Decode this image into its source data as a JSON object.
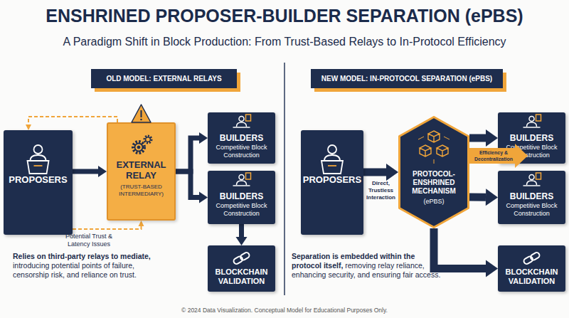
{
  "diagram": {
    "title": "ENSHRINED PROPOSER-BUILDER SEPARATION (ePBS)",
    "caption": "© 2024 Data Visualization. Conceptual Model for Educational Purposes Only.",
    "nodes": [
      {
        "text": [
          "OLD MODEL: EXTERNAL RELAYS"
        ]
      },
      {
        "text": [
          "NEW MODEL: IN-PROTOCOL SEPARATION (ePBS)"
        ]
      },
      {
        "text": [
          "PROPOSERS"
        ]
      },
      {
        "text": [
          "EXTERNAL RELAY",
          "(TRUST-BASED INTERMEDIARY)"
        ]
      },
      {
        "text": [
          "BUILDERS",
          "Competitive Block Construction"
        ]
      },
      {
        "text": [
          "BUILDERS",
          "Competitive Block Construction"
        ]
      },
      {
        "text": [
          "BLOCKCHAIN VALIDATION"
        ]
      },
      {
        "text": [
          "PROPOSERS"
        ]
      },
      {
        "text": [
          "PROTOCOL-ENSHRINED MECHANISM",
          "(ePBS)"
        ]
      },
      {
        "text": [
          "BUILDERS",
          "Competitive Block Construction"
        ]
      },
      {
        "text": [
          "BUILDERS",
          "Competitive Block Construction"
        ]
      },
      {
        "text": [
          "BLOCKCHAIN VALIDATION"
        ]
      }
    ],
    "edges": [
      {
        "from": 2,
        "to": 3,
        "arrow": "to"
      },
      {
        "from": 3,
        "to": 2,
        "arrow": "to"
      },
      {
        "from": 2,
        "to": 3,
        "arrow": "to",
        "label": "Potential Trust & Latency Issues"
      },
      {
        "from": 3,
        "to": 4,
        "arrow": "to"
      },
      {
        "from": 3,
        "to": 5,
        "arrow": "to"
      },
      {
        "from": 5,
        "to": 6,
        "arrow": "to"
      },
      {
        "from": 7,
        "to": 8,
        "arrow": "to",
        "label": "Direct, Trustless Interaction"
      },
      {
        "from": 8,
        "to": 9,
        "arrow": "to"
      },
      {
        "from": 8,
        "to": 10,
        "arrow": "to"
      },
      {
        "from": 8,
        "to": 11,
        "arrow": "to"
      }
    ],
    "labels": [
      "A Paradigm Shift in Block Production: From Trust-Based Relays to In-Protocol Efficiency",
      "Relies on third-party relays to mediate,",
      "introducing potential points of failure, censorship risk, and reliance on trust.",
      "Separation is embedded within the protocol itself,",
      "removing relay reliance, enhancing security, and ensuring fair access.",
      "Efficiency & Decentralization"
    ]
  }
}
